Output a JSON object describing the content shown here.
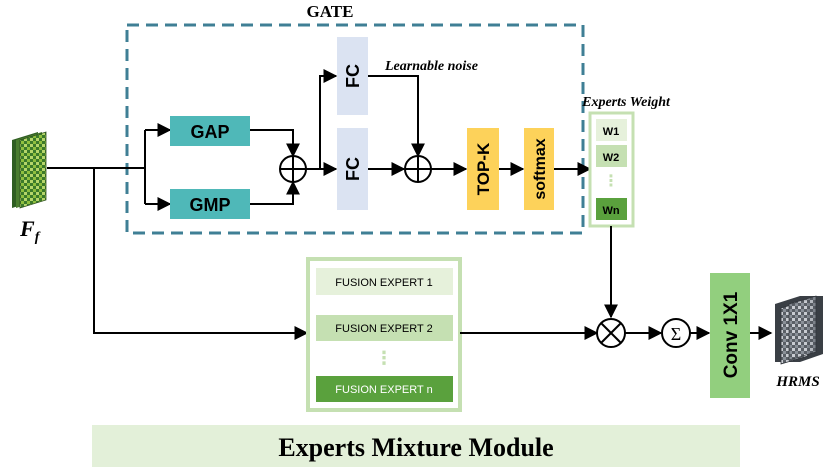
{
  "gate": {
    "label": "GATE"
  },
  "input": {
    "symbol": "F",
    "subscript": "f"
  },
  "blocks": {
    "gap": "GAP",
    "gmp": "GMP",
    "fc_top": "FC",
    "fc_bottom": "FC",
    "topk": "TOP-K",
    "softmax": "softmax",
    "conv": "Conv 1X1"
  },
  "noise_label": "Learnable noise",
  "experts_weight": {
    "title": "Experts Weight",
    "items": [
      "W1",
      "W2",
      "Wn"
    ],
    "ellipsis": "⋮"
  },
  "experts": {
    "items": [
      "FUSION EXPERT 1",
      "FUSION EXPERT 2",
      "FUSION EXPERT n"
    ],
    "ellipsis": "⋮"
  },
  "sum_symbol": "Σ",
  "output": {
    "label": "HRMS"
  },
  "module_title": "Experts Mixture Module",
  "colors": {
    "gate_border": "#3f7f95",
    "teal": "#4fb8b8",
    "fc_fill": "#dbe3f2",
    "yellow": "#fdd25a",
    "green_light": "#e6f1db",
    "green_mid": "#c5e0b2",
    "green_dark": "#5aa13d",
    "conv_green": "#92cf7e",
    "title_bg": "#e3f0d9"
  }
}
